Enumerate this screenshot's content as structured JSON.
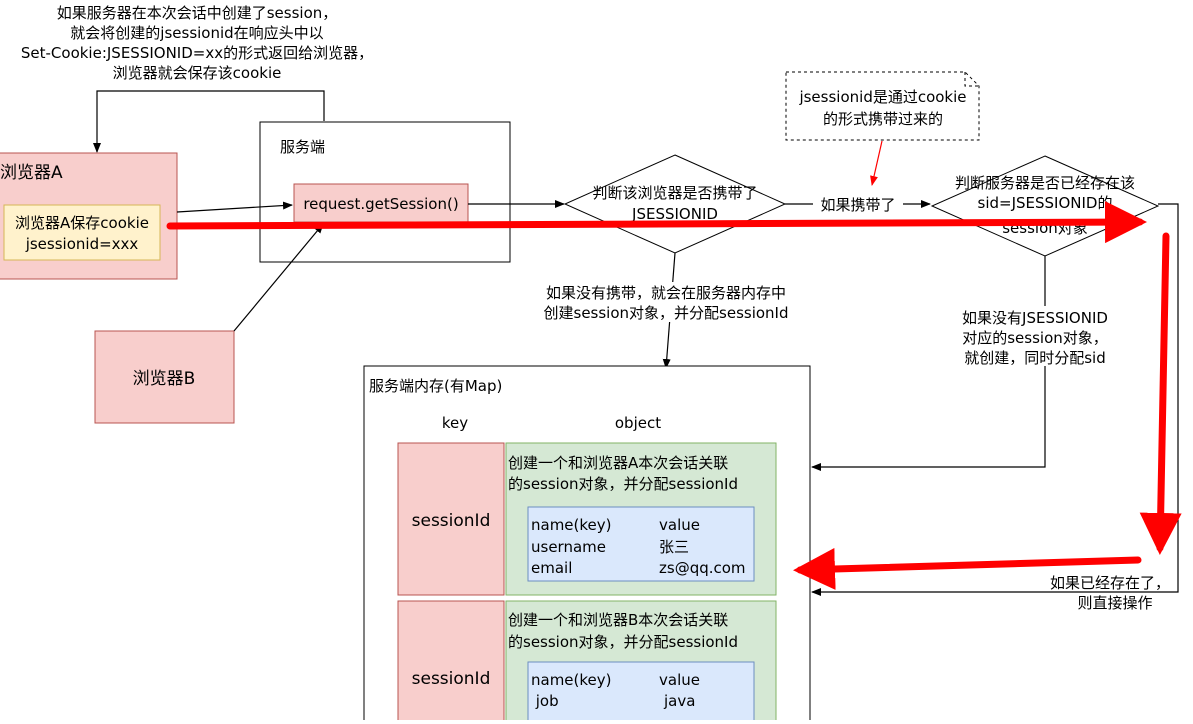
{
  "top_note": {
    "lines": [
      "如果服务器在本次会话中创建了session，",
      "就会将创建的jsessionid在响应头中以",
      "Set-Cookie:JSESSIONID=xx的形式返回给浏览器，",
      "浏览器就会保存该cookie"
    ]
  },
  "browser_a": {
    "title": "浏览器A",
    "cookie_lines": [
      "浏览器A保存cookie",
      "jsessionid=xxx"
    ]
  },
  "browser_b": {
    "title": "浏览器B"
  },
  "server": {
    "title": "服务端",
    "method": "request.getSession()"
  },
  "decision_carry": {
    "lines": [
      "判断该浏览器是否携带了",
      "JSESSIONID"
    ]
  },
  "decision_exists": {
    "lines": [
      "判断服务器是否已经存在该",
      "sid=JSESSIONID的",
      "session对象"
    ]
  },
  "cookie_note": {
    "lines": [
      "jsessionid是通过cookie",
      "的形式携带过来的"
    ]
  },
  "labels": {
    "if_carried": "如果携带了",
    "not_carried": [
      "如果没有携带，就会在服务器内存中",
      "创建session对象，并分配sessionId"
    ],
    "no_session": [
      "如果没有JSESSIONID",
      "对应的session对象，",
      "就创建，同时分配sid"
    ],
    "exists": [
      "如果已经存在了，",
      "则直接操作"
    ]
  },
  "memory": {
    "title": "服务端内存(有Map)",
    "key_header": "key",
    "object_header": "object",
    "entries": [
      {
        "key": "sessionId",
        "desc": [
          "创建一个和浏览器A本次会话关联",
          "的session对象，并分配sessionId"
        ],
        "rows": [
          {
            "k": "name(key)",
            "v": "value"
          },
          {
            "k": "username",
            "v": "张三"
          },
          {
            "k": "email",
            "v": "zs@qq.com"
          }
        ]
      },
      {
        "key": "sessionId",
        "desc": [
          "创建一个和浏览器B本次会话关联",
          "的session对象，并分配sessionId"
        ],
        "rows": [
          {
            "k": "name(key)",
            "v": "value"
          },
          {
            "k": " job",
            "v": "java"
          }
        ]
      }
    ]
  },
  "colors": {
    "pink_fill": "#f8cecc",
    "pink_stroke": "#b85450",
    "yellow_fill": "#fff2cc",
    "yellow_stroke": "#d6b656",
    "green_fill": "#d5e8d4",
    "green_stroke": "#82b366",
    "blue_fill": "#dae8fc",
    "blue_stroke": "#6c8ebf",
    "red_arrow": "#ff0000"
  }
}
